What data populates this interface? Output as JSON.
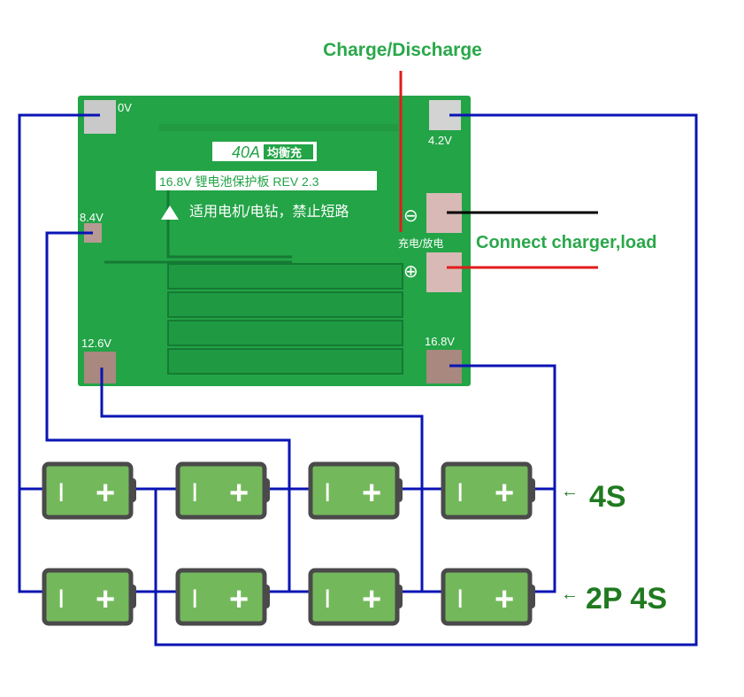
{
  "title": "Charge/Discharge",
  "connect_label": "Connect charger,load",
  "board": {
    "model": "40A",
    "badge": "均衡充",
    "line1": "16.8V 锂电池保护板 REV 2.3",
    "line2": "适用电机/电钻，禁止短路",
    "port_label": "充电/放电",
    "pads": {
      "p0": "0V",
      "p42": "4.2V",
      "p84": "8.4V",
      "p126": "12.6V",
      "p168": "16.8V"
    },
    "minus": "⊖",
    "plus": "⊕"
  },
  "battery": {
    "neg": "I",
    "pos": "+"
  },
  "row_labels": {
    "top": "4S",
    "bottom": "2P 4S",
    "arrow": "←"
  },
  "colors": {
    "wire": "#0a14b4",
    "board": "#23a447",
    "battery": "#74b85c",
    "battery_border": "#4a4a4a",
    "text_green": "#2aa84a",
    "red": "#e21b1b"
  }
}
